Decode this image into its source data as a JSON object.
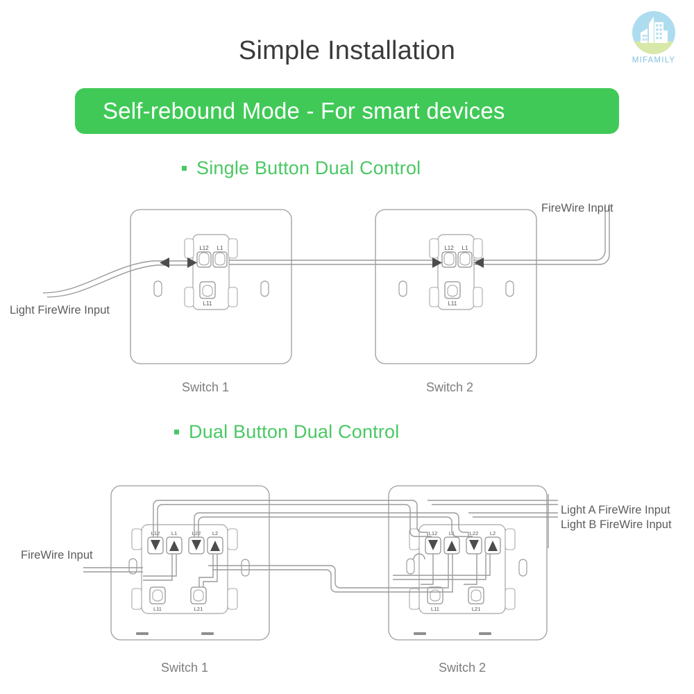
{
  "brand": {
    "name": "MIFAMILY",
    "logo_icon": "building-circle-logo-icon",
    "circle_color": "#aedcef",
    "ground_color": "#d8e8a8",
    "text_color": "#7ec2e0"
  },
  "header": {
    "title": "Simple Installation",
    "banner_label": "Self-rebound Mode - For smart devices",
    "banner_color": "#40c957",
    "title_color": "#3a3a3a"
  },
  "sections": [
    {
      "id": "single-button-dual-control",
      "heading": "Single Button Dual Control",
      "heading_color": "#4ac863",
      "bullet_icon": "square-bullet-icon",
      "callouts": [
        {
          "id": "light-firewire-input",
          "label": "Light FireWire Input"
        },
        {
          "id": "firewire-input",
          "label": "FireWire Input"
        }
      ],
      "switches": [
        {
          "caption": "Switch 1",
          "terminals_top": [
            "L12",
            "L1"
          ],
          "terminals_bottom": [
            "L11"
          ]
        },
        {
          "caption": "Switch 2",
          "terminals_top": [
            "L12",
            "L1"
          ],
          "terminals_bottom": [
            "L11"
          ]
        }
      ]
    },
    {
      "id": "dual-button-dual-control",
      "heading": "Dual Button Dual Control",
      "heading_color": "#4ac863",
      "bullet_icon": "square-bullet-icon",
      "callouts": [
        {
          "id": "firewire-input",
          "label": "FireWire Input"
        },
        {
          "id": "light-a-firewire-input",
          "label": "Light A FireWire Input"
        },
        {
          "id": "light-b-firewire-input",
          "label": "Light B FireWire Input"
        }
      ],
      "switches": [
        {
          "caption": "Switch 1",
          "terminals_top": [
            "L12",
            "L1",
            "L22",
            "L2"
          ],
          "terminals_bottom": [
            "L11",
            "L21"
          ]
        },
        {
          "caption": "Switch 2",
          "terminals_top": [
            "L12",
            "L1",
            "L22",
            "L2"
          ],
          "terminals_bottom": [
            "L11",
            "L21"
          ]
        }
      ]
    }
  ],
  "colors": {
    "wire_stroke": "#8d8d8d",
    "plate_stroke": "#9a9a9a",
    "terminal_stroke": "#8a8a8a",
    "arrow_fill": "#4a4a4a",
    "caption_gray": "#7d7d7d",
    "callout_gray": "#5c5c5c"
  }
}
